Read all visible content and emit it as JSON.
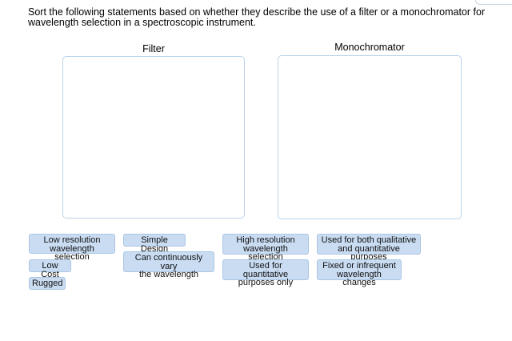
{
  "prompt": "Sort the following statements based on whether they describe the use of a filter or a monochromator for wavelength selection in a spectroscopic instrument.",
  "buckets": [
    {
      "label": "Filter"
    },
    {
      "label": "Monochromator"
    }
  ],
  "chips": [
    "Low resolution\nwavelength selection",
    "Low Cost",
    "Rugged",
    "Simple Design",
    "Can continuously vary\nthe wavelength",
    "High resolution\nwavelength selection",
    "Used for quantitative\npurposes only",
    "Used for both qualitative\nand quantitative purposes",
    "Fixed or infrequent\nwavelength changes"
  ]
}
